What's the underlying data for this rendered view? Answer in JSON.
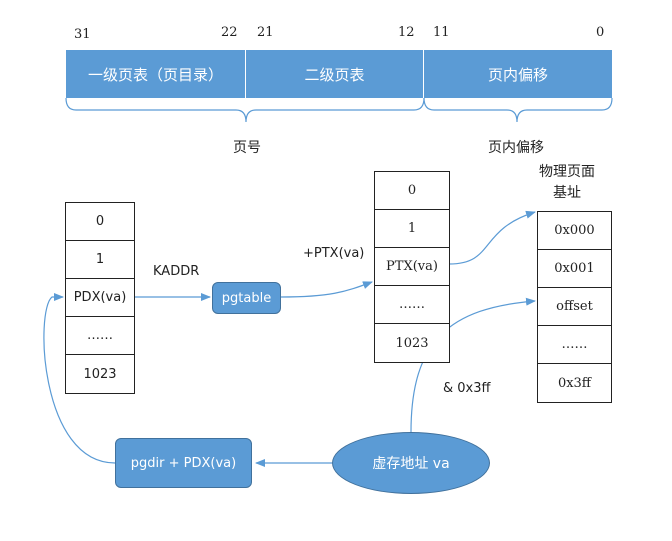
{
  "address_format": {
    "bits": {
      "b31": "31",
      "b22": "22",
      "b21": "21",
      "b12": "12",
      "b11": "11",
      "b0": "0"
    },
    "fields": {
      "pdx": "一级页表（页目录）",
      "ptx": "二级页表",
      "offset": "页内偏移"
    },
    "brace_labels": {
      "page_number": "页号",
      "page_offset": "页内偏移"
    }
  },
  "page_directory": {
    "rows": [
      "0",
      "1",
      "PDX(va)",
      "……",
      "1023"
    ]
  },
  "page_table": {
    "rows": [
      "0",
      "1",
      "PTX(va)",
      "……",
      "1023"
    ]
  },
  "physical_page": {
    "title_line1": "物理页面",
    "title_line2": "基址",
    "rows": [
      "0x000",
      "0x001",
      "offset",
      "……",
      "0x3ff"
    ]
  },
  "labels": {
    "kaddr": "KADDR",
    "ptx_plus": "+PTX(va)",
    "and_mask": "& 0x3ff"
  },
  "boxes": {
    "pgtable": "pgtable",
    "pgdir_pdx": "pgdir + PDX(va)",
    "virtual_address": "虚存地址 va"
  },
  "colors": {
    "fill": "#5b9bd5",
    "border": "#41719c",
    "arrow": "#5b9bd5"
  }
}
